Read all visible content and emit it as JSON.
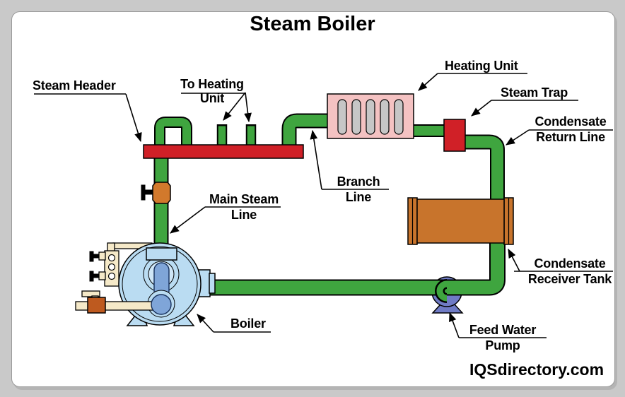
{
  "title": "Steam Boiler",
  "watermark": "IQSdirectory.com",
  "labels": {
    "steam_header": {
      "text": "Steam Header"
    },
    "to_heating_unit": {
      "line1": "To Heating",
      "line2": "Unit"
    },
    "heating_unit": {
      "text": "Heating Unit"
    },
    "steam_trap": {
      "text": "Steam Trap"
    },
    "condensate_return_line": {
      "line1": "Condensate",
      "line2": "Return Line"
    },
    "branch_line": {
      "line1": "Branch",
      "line2": "Line"
    },
    "main_steam_line": {
      "line1": "Main Steam",
      "line2": "Line"
    },
    "boiler": {
      "text": "Boiler"
    },
    "condensate_receiver_tank": {
      "line1": "Condensate",
      "line2": "Receiver Tank"
    },
    "feed_water_pump": {
      "line1": "Feed Water",
      "line2": "Pump"
    }
  },
  "colors": {
    "background_gray": "#C9C9C9",
    "panel_white": "#FFFFFF",
    "pipe_green": "#3FA53F",
    "header_red": "#D02027",
    "steam_trap_red": "#D02027",
    "heating_unit_pink": "#F4C2C2",
    "heating_unit_slot_gray": "#C6C6C6",
    "tank_orange": "#C8742C",
    "pump_blue": "#6F7BC5",
    "boiler_light_blue": "#BADCF2",
    "boiler_inner_blue": "#7FA5D8",
    "fitting_tan": "#F5E9C8",
    "steam_valve_orange": "#D2792C",
    "blowdown_valve_orange": "#BE5A1F",
    "label_text": "#000000"
  }
}
